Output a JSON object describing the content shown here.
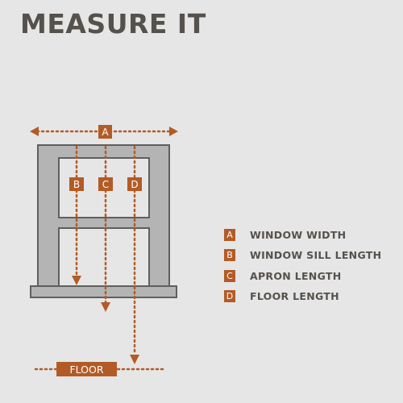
{
  "title": "MEASURE IT",
  "markers": {
    "a": "A",
    "b": "B",
    "c": "C",
    "d": "D",
    "floor": "FLOOR"
  },
  "legend": [
    {
      "key": "A",
      "label": "WINDOW WIDTH"
    },
    {
      "key": "B",
      "label": "WINDOW SILL LENGTH"
    },
    {
      "key": "C",
      "label": "APRON LENGTH"
    },
    {
      "key": "D",
      "label": "FLOOR LENGTH"
    }
  ],
  "colors": {
    "accent": "#b35b26",
    "frame": "#b4b4b4",
    "outline": "#5f5f5f",
    "text": "#55514d",
    "background": "#e6e6e6"
  }
}
